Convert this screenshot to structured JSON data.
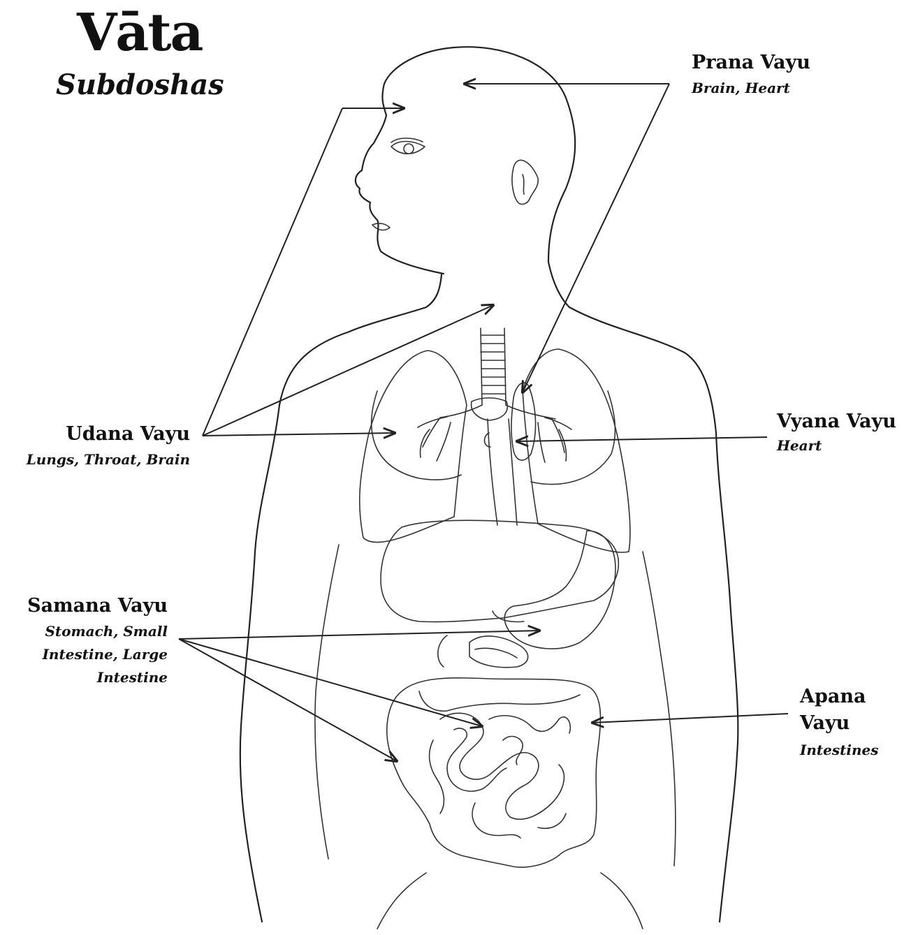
{
  "title": "Vāta",
  "subtitle": "Subdoshas",
  "subdoshas": [
    {
      "name": "Prana Vayu",
      "locations": "Brain, Heart"
    },
    {
      "name": "Udana Vayu",
      "locations": "Lungs, Throat, Brain"
    },
    {
      "name": "Vyana Vayu",
      "locations": "Heart"
    },
    {
      "name": "Samana Vayu",
      "locations": [
        "Stomach, Small",
        "Intestine, Large",
        "Intestine"
      ]
    },
    {
      "name": [
        "Apana",
        "Vayu"
      ],
      "locations": "Intestines"
    }
  ],
  "colors": {
    "ink": "#111111",
    "background": "#ffffff"
  }
}
